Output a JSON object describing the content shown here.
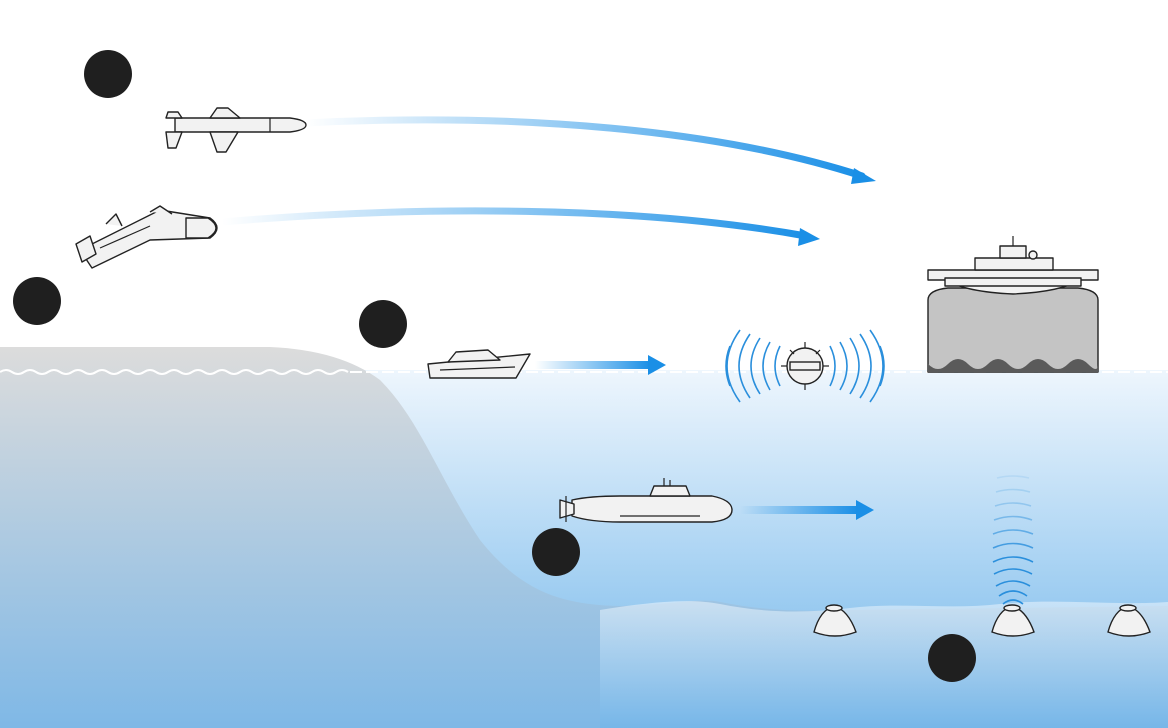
{
  "scene": {
    "sky_color": "#ffffff",
    "water_top_color": "#eef6fd",
    "water_bottom_color": "#6fb5ea",
    "land_top_color": "#dcdcdc",
    "land_bottom_color": "#7fb8e6",
    "arrow_color": "#1a8fe6",
    "sonar_color": "#2a8fdc",
    "ship_hull_color": "#c4c4c4",
    "vehicle_fill_color": "#f2f2f2",
    "outline_color": "#222222"
  },
  "markers": [
    {
      "id": "marker-missile",
      "label": ""
    },
    {
      "id": "marker-drone",
      "label": ""
    },
    {
      "id": "marker-boat",
      "label": ""
    },
    {
      "id": "marker-submarine",
      "label": ""
    },
    {
      "id": "marker-seabed-mines",
      "label": ""
    }
  ],
  "icons": {
    "missile": "cruise-missile-icon",
    "drone": "loitering-drone-icon",
    "boat": "unmanned-surface-boat-icon",
    "naval_mine": "moored-naval-mine-icon",
    "ship": "target-ship-icon",
    "submarine": "submarine-icon",
    "seabed_mine": "seabed-mine-icon"
  }
}
